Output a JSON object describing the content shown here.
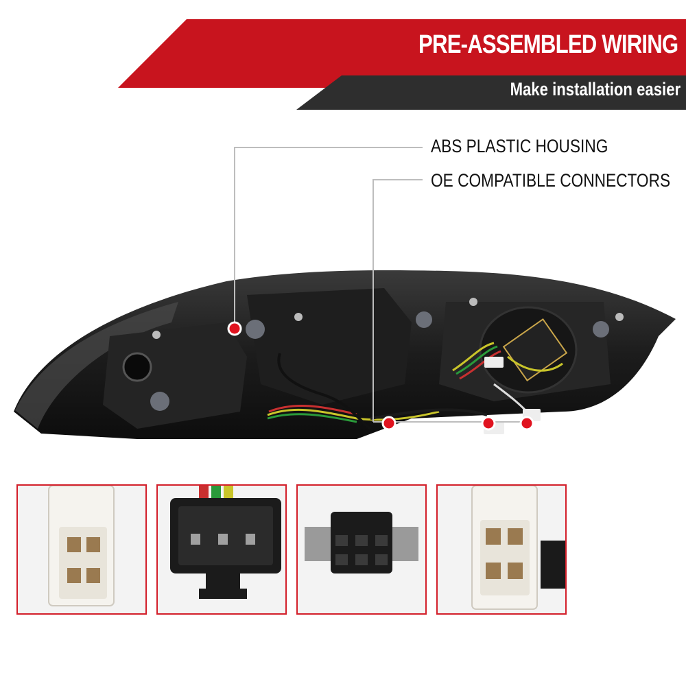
{
  "banner": {
    "title": "PRE-ASSEMBLED WIRING",
    "subtitle": "Make installation easier",
    "colors": {
      "red": "#c8141e",
      "dark": "#2f2f2f"
    }
  },
  "callouts": [
    {
      "label": "ABS PLASTIC HOUSING"
    },
    {
      "label": "OE COMPATIBLE CONNECTORS"
    }
  ],
  "thumbnails": [
    {
      "icon": "white-4-pin-connector-icon"
    },
    {
      "icon": "black-3-pin-connector-icon"
    },
    {
      "icon": "black-6-pin-connector-icon"
    },
    {
      "icon": "white-4-pin-plug-icon"
    }
  ],
  "colors": {
    "accent": "#d31f2a",
    "marker": "#e0131f"
  }
}
